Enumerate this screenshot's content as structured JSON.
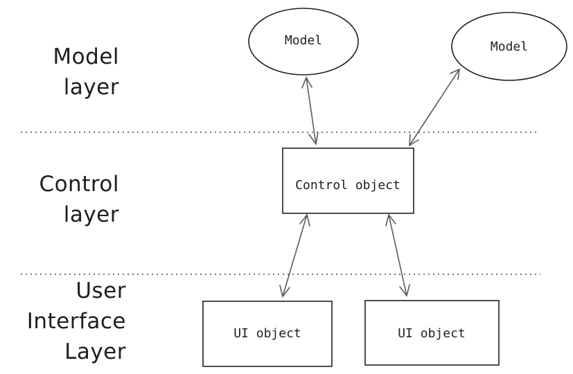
{
  "layers": {
    "model": [
      "Model",
      "layer"
    ],
    "control": [
      "Control",
      "layer"
    ],
    "ui": [
      "User",
      "Interface",
      "Layer"
    ]
  },
  "nodes": {
    "model_1": "Model",
    "model_2": "Model",
    "control_object": "Control object",
    "ui_object_1": "UI object",
    "ui_object_2": "UI object"
  }
}
